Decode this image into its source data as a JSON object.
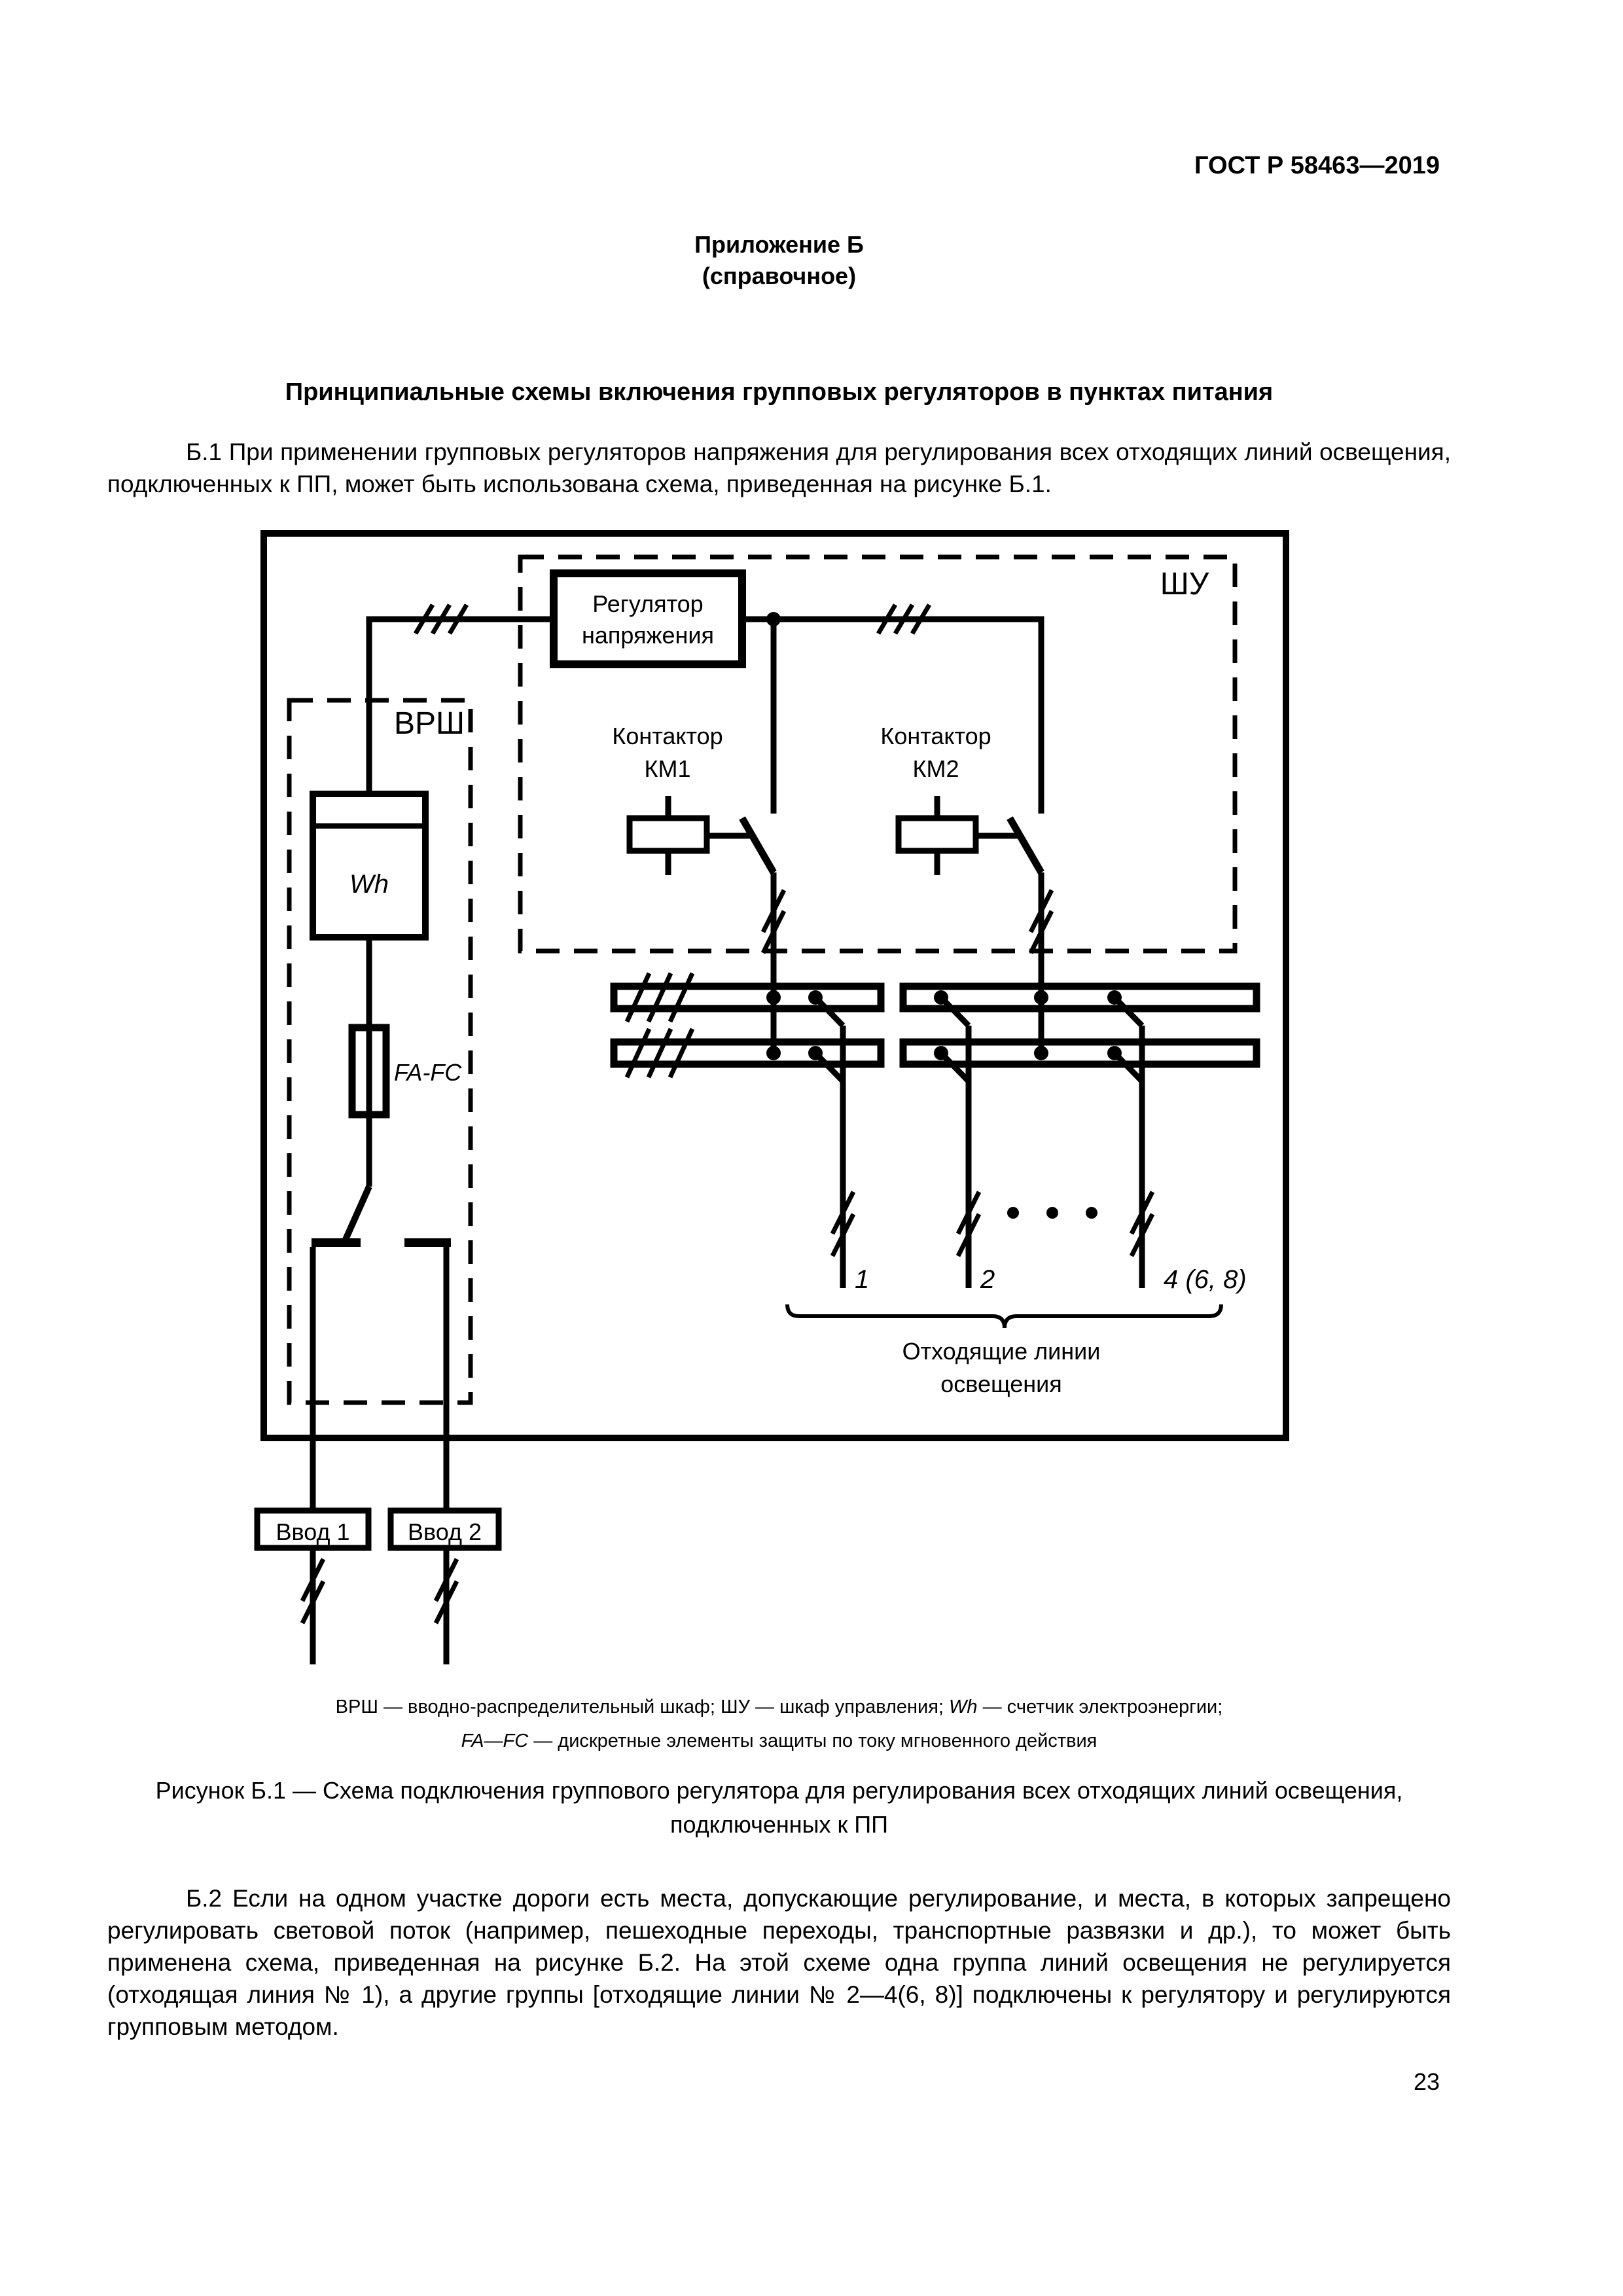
{
  "header": {
    "doc_number": "ГОСТ Р 58463—2019"
  },
  "appendix": {
    "title": "Приложение Б",
    "subtitle": "(справочное)"
  },
  "section": {
    "title": "Принципиальные схемы включения групповых регуляторов в пунктах питания"
  },
  "paragraphs": {
    "b1": "Б.1  При применении групповых регуляторов напряжения для регулирования всех отходящих линий освещения, подключенных к ПП, может быть использована схема, приведенная на рисунке Б.1.",
    "b2": "Б.2  Если на одном участке дороги есть места, допускающие регулирование, и места, в которых запрещено регулировать световой поток (например, пешеходные переходы, транспортные развязки и др.), то может быть применена схема, приведенная на рисунке Б.2. На этой схеме одна группа линий освещения не регулируется (отходящая линия № 1), а другие группы [отходящие линии № 2—4(6, 8)] подключены к регулятору и регулируются групповым методом."
  },
  "diagram": {
    "labels": {
      "shu": "ШУ",
      "vrsh": "ВРШ",
      "regulator_line1": "Регулятор",
      "regulator_line2": "напряжения",
      "contactor1_line1": "Контактор",
      "contactor1_line2": "КМ1",
      "contactor2_line1": "Контактор",
      "contactor2_line2": "КМ2",
      "meter": "Wh",
      "fuse": "FA-FC",
      "out_line1": "1",
      "out_line2": "2",
      "out_line3": "4 (6, 8)",
      "outgoing_caption_line1": "Отходящие линии",
      "outgoing_caption_line2": "освещения",
      "input1": "Ввод 1",
      "input2": "Ввод 2"
    },
    "colors": {
      "ink": "#000000",
      "paper": "#ffffff"
    }
  },
  "legend": {
    "l1_a": "ВРШ — вводно-распределительный шкаф; ШУ — шкаф управления; ",
    "l1_b": "Wh",
    "l1_c": " — счетчик электроэнергии;",
    "l2_a": "FA—FC",
    "l2_b": " — дискретные элементы защиты по току мгновенного действия"
  },
  "figure_caption": {
    "line1": "Рисунок Б.1 — Схема подключения группового регулятора для регулирования всех отходящих линий освещения,",
    "line2": "подключенных к ПП"
  },
  "footer": {
    "page_number": "23"
  }
}
